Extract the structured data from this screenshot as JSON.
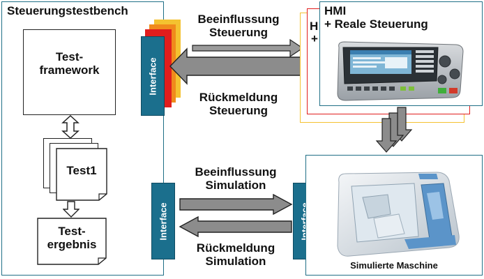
{
  "testbench": {
    "title": "Steuerungstestbench",
    "framework_label": [
      "Test-",
      "framework"
    ],
    "test_label": "Test1",
    "result_label": [
      "Test-",
      "ergebnis"
    ]
  },
  "interface_label": "Interface",
  "links": {
    "control_influence": [
      "Beeinflussung",
      "Steuerung"
    ],
    "control_feedback": [
      "Rückmeldung",
      "Steuerung"
    ],
    "sim_influence": [
      "Beeinflussung",
      "Simulation"
    ],
    "sim_feedback": [
      "Rückmeldung",
      "Simulation"
    ]
  },
  "hmi": {
    "title_line1": "HMI",
    "title_line2": "+ Reale Steuerung",
    "back_fragment_1": "H",
    "back_fragment_2": "+"
  },
  "machine": {
    "caption": "Simulierte Maschine"
  },
  "colors": {
    "accent_teal": "#1b6f8d",
    "panel_border": "#1f6f86",
    "arrow_gray": "#8c8c8c",
    "stack_red": "#e11d1d",
    "stack_orange": "#f08a1c",
    "stack_yellow": "#f4c230"
  }
}
